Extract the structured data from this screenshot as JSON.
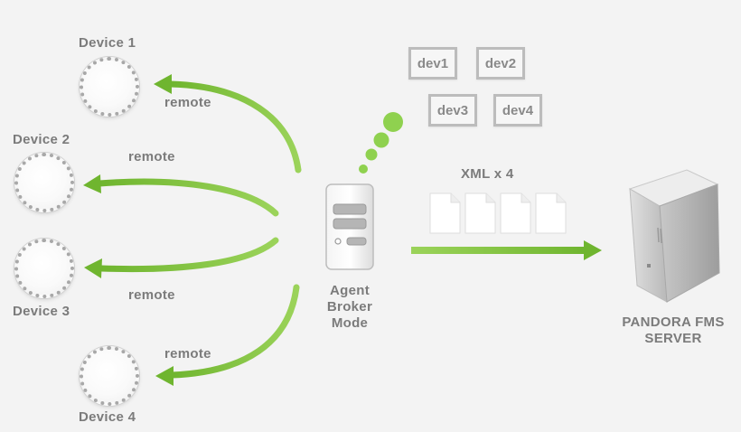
{
  "devices": [
    {
      "label": "Device 1"
    },
    {
      "label": "Device 2"
    },
    {
      "label": "Device 3"
    },
    {
      "label": "Device 4"
    }
  ],
  "remote_label": "remote",
  "agent": {
    "line1": "Agent",
    "line2": "Broker",
    "line3": "Mode"
  },
  "dev_boxes": [
    "dev1",
    "dev2",
    "dev3",
    "dev4"
  ],
  "xml_label": "XML x 4",
  "server": {
    "line1": "PANDORA FMS",
    "line2": "SERVER"
  },
  "colors": {
    "arrow_green": "#7cc243",
    "text_gray": "#7b7b7b",
    "dot_green": "#8fd14f"
  }
}
